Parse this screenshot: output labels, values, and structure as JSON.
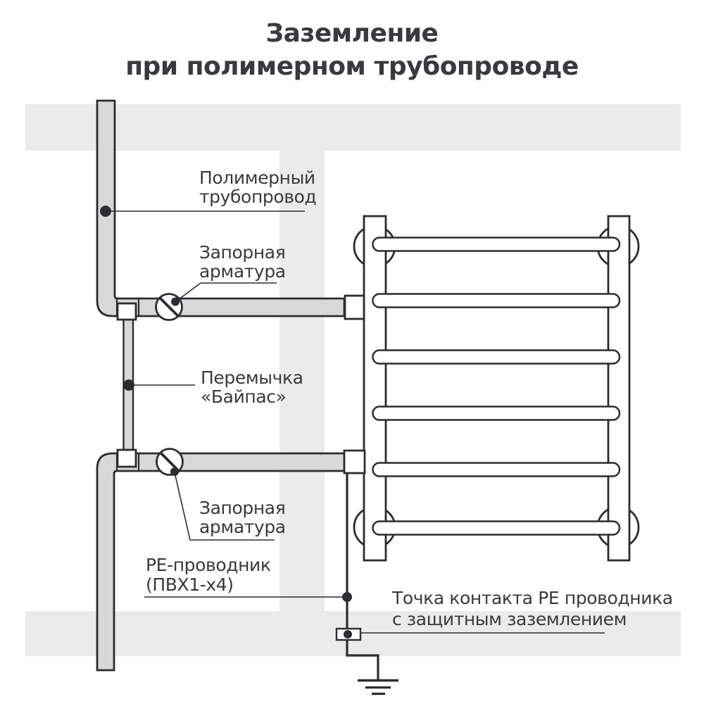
{
  "title": {
    "line1": "Заземление",
    "line2": "при полимерном трубопроводе"
  },
  "callouts": {
    "polymer_pipe": {
      "line1": "Полимерный",
      "line2": "трубопровод"
    },
    "shutoff_valve_top": {
      "line1": "Запорная",
      "line2": "арматура"
    },
    "bypass": {
      "line1": "Перемычка",
      "line2": "«Байпас»"
    },
    "shutoff_valve_bottom": {
      "line1": "Запорная",
      "line2": "арматура"
    },
    "pe_conductor": {
      "line1": "PE-проводник",
      "line2": "(ПВХ1-х4)"
    },
    "contact_point": {
      "line1": "Точка контакта PE проводника",
      "line2": "с защитным заземлением"
    }
  },
  "icons": {
    "shutoff_valve": "circle-with-diagonal-slash",
    "ground": "three-bar-earth-ground-symbol",
    "connection_point": "filled-dot",
    "pipe_clamp": "small-rectangle-clamp"
  },
  "colors": {
    "background": "#ffffff",
    "wall_band": "#ebebeb",
    "pipe_fill": "#d8d8d8",
    "fixture_fill": "#ffffff",
    "outline": "#2d2d31",
    "text": "#3a3a3e"
  }
}
